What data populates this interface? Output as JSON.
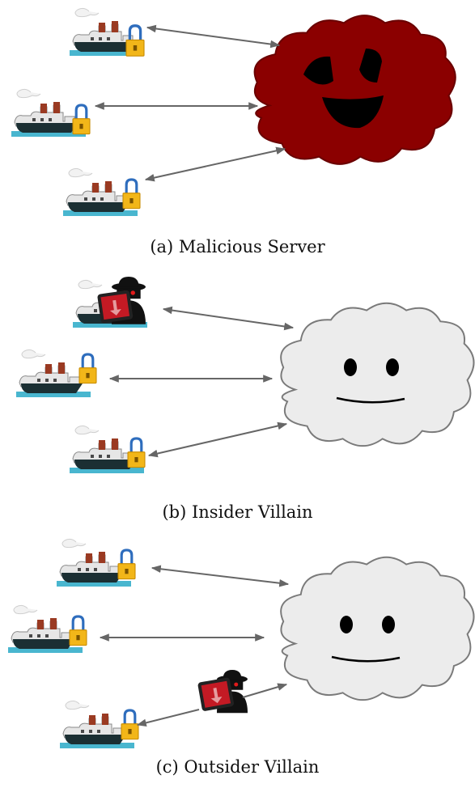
{
  "panels": [
    {
      "caption": "(a) Malicious Server",
      "server": "malicious-cloud",
      "villain": "none",
      "ships": [
        "locked-ship",
        "locked-ship",
        "locked-ship"
      ]
    },
    {
      "caption": "(b) Insider Villain",
      "server": "honest-cloud",
      "villain": "insider",
      "ships": [
        "compromised-ship",
        "locked-ship",
        "locked-ship"
      ]
    },
    {
      "caption": "(c) Outsider Villain",
      "server": "honest-cloud",
      "villain": "outsider",
      "ships": [
        "locked-ship",
        "locked-ship",
        "locked-ship"
      ]
    }
  ],
  "colors": {
    "malicious_cloud": "#8b0000",
    "honest_cloud": "#ececec",
    "arrow": "#666666",
    "lock": "#f2b619",
    "ship_hull": "#1b2f33",
    "water": "#49b6cf"
  }
}
